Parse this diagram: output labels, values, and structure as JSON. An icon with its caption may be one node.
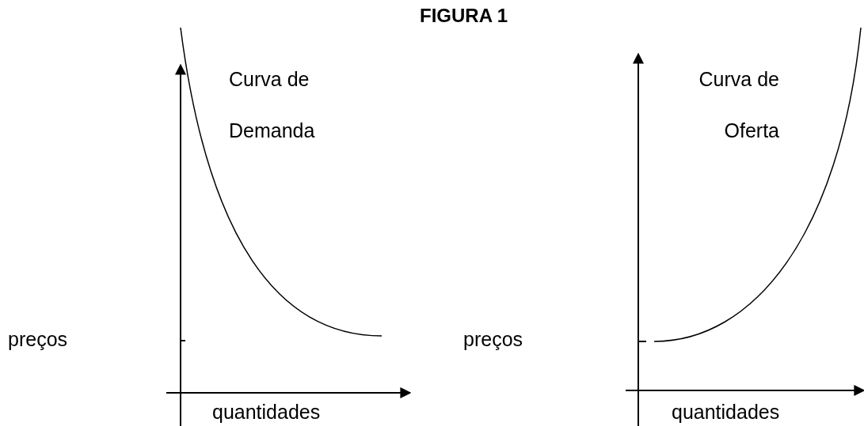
{
  "diagram": {
    "title": "FIGURA 1",
    "labels": [
      "Curva de Demanda",
      "Curva de Oferta",
      "preços",
      "preços",
      "quantidades",
      "quantidades"
    ]
  }
}
